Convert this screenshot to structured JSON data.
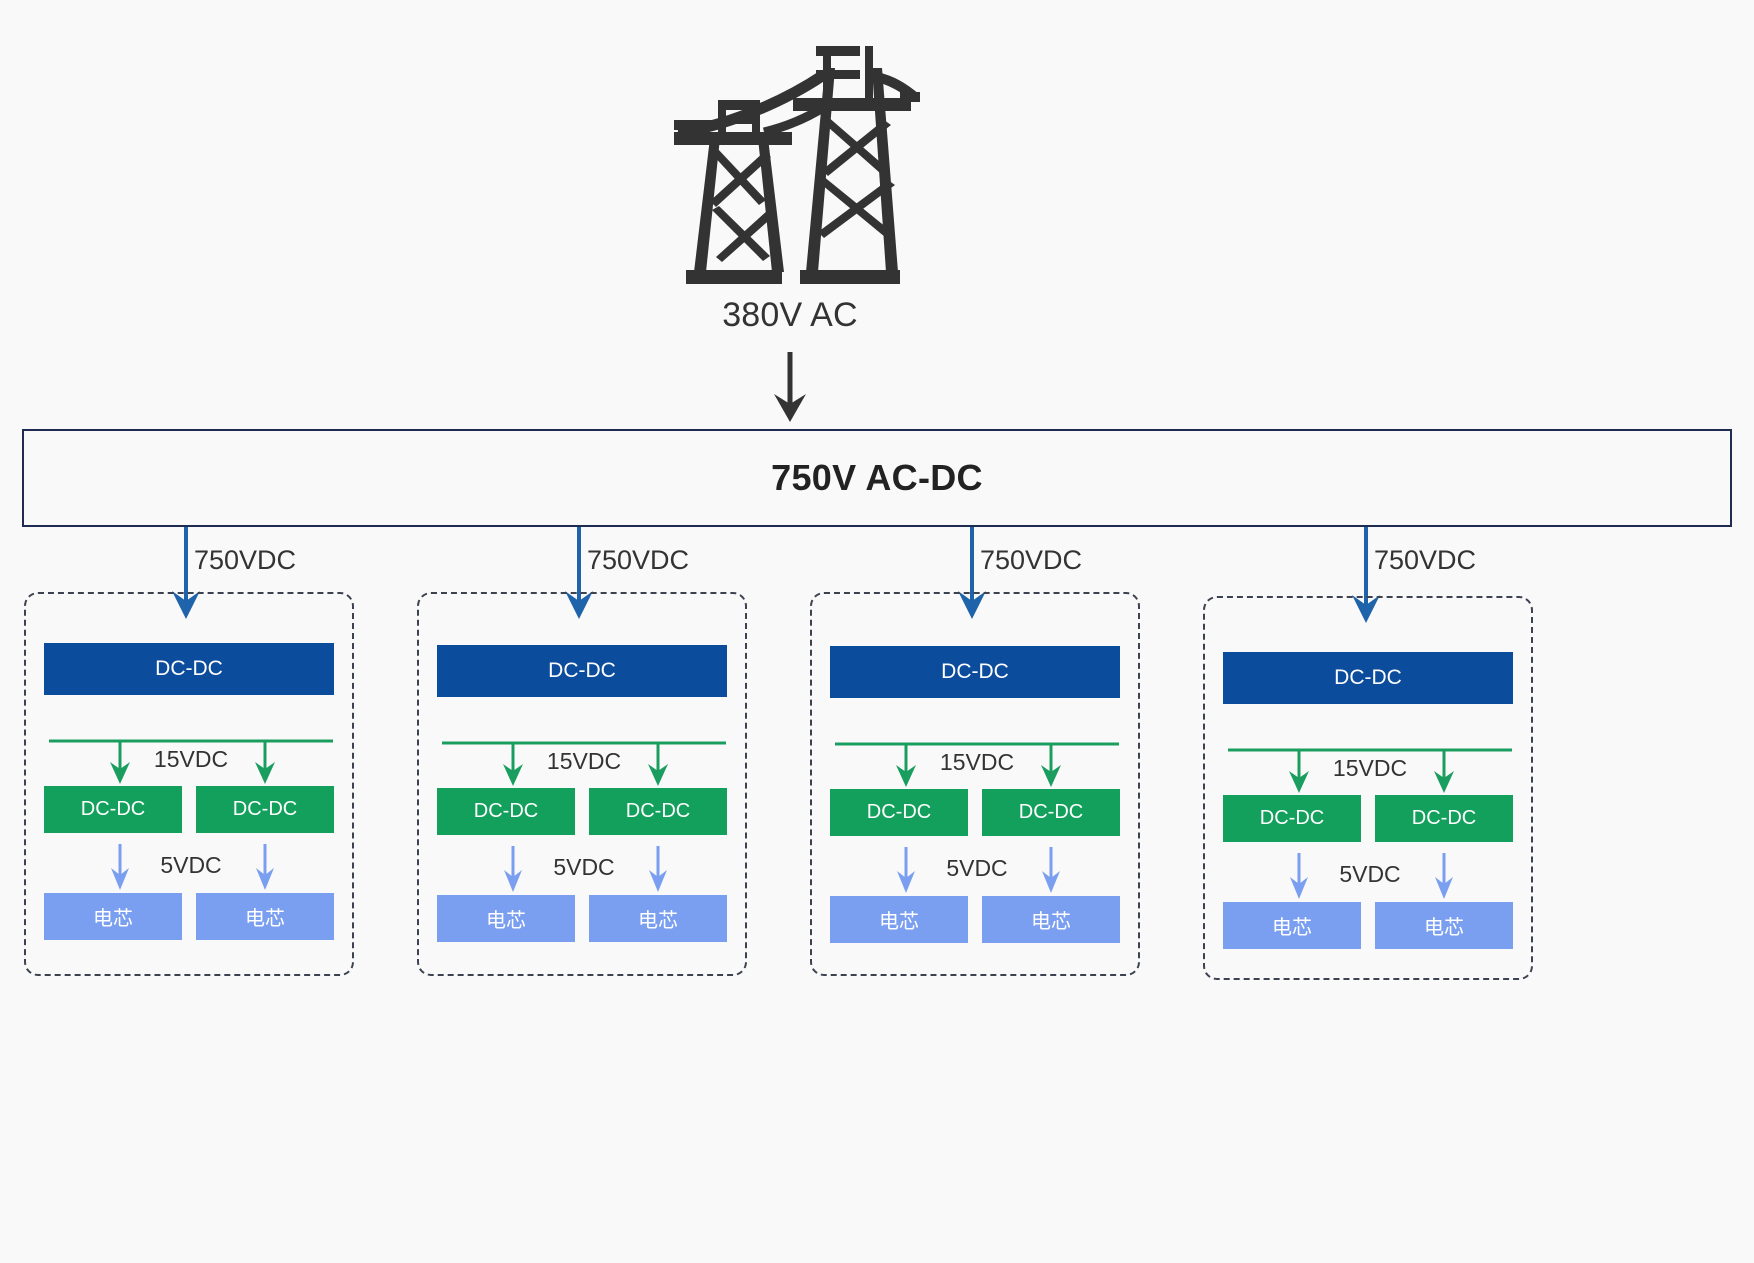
{
  "colors": {
    "background": "#f9f9f9",
    "tower": "#333333",
    "acdc_border": "#1f2c52",
    "feeder_arrow": "#1f63ab",
    "group_border": "#3c4250",
    "blue_converter": "#0c4c9c",
    "green_converter": "#12a05c",
    "green_arrow": "#1a9e5f",
    "cell": "#7b9ff0",
    "cell_arrow": "#7b9ff0",
    "text": "#333333"
  },
  "source": {
    "icon": "transmission-tower-icon",
    "label": "380V AC",
    "arrow": "down-arrow-icon"
  },
  "acdc": {
    "label": "750V AC-DC"
  },
  "feeders": [
    {
      "label": "750VDC"
    },
    {
      "label": "750VDC"
    },
    {
      "label": "750VDC"
    },
    {
      "label": "750VDC"
    }
  ],
  "groups": [
    {
      "converter_750": "DC-DC",
      "bus_label": "15VDC",
      "converters_15": [
        "DC-DC",
        "DC-DC"
      ],
      "cell_label": "5VDC",
      "cells": [
        "电芯",
        "电芯"
      ]
    },
    {
      "converter_750": "DC-DC",
      "bus_label": "15VDC",
      "converters_15": [
        "DC-DC",
        "DC-DC"
      ],
      "cell_label": "5VDC",
      "cells": [
        "电芯",
        "电芯"
      ]
    },
    {
      "converter_750": "DC-DC",
      "bus_label": "15VDC",
      "converters_15": [
        "DC-DC",
        "DC-DC"
      ],
      "cell_label": "5VDC",
      "cells": [
        "电芯",
        "电芯"
      ]
    },
    {
      "converter_750": "DC-DC",
      "bus_label": "15VDC",
      "converters_15": [
        "DC-DC",
        "DC-DC"
      ],
      "cell_label": "5VDC",
      "cells": [
        "电芯",
        "电芯"
      ]
    }
  ]
}
